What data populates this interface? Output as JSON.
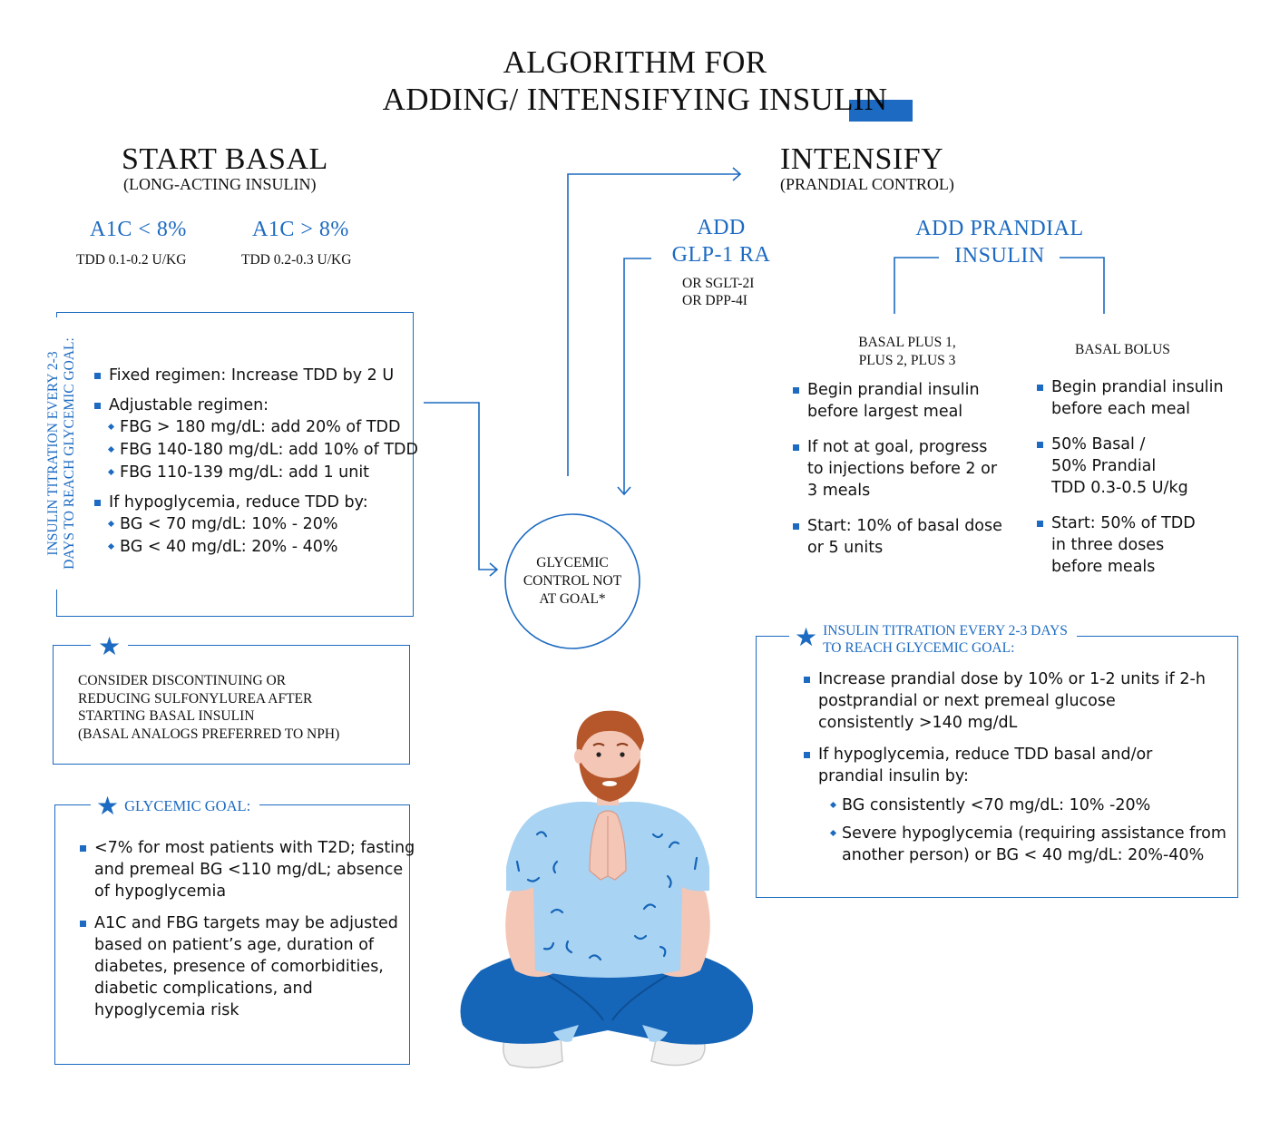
{
  "header": {
    "title_line1": "ALGORITHM FOR",
    "title_line2": "ADDING/ INTENSIFYING INSULIN"
  },
  "start_basal": {
    "title": "START BASAL",
    "subtitle": "(LONG-ACTING INSULIN)",
    "a1c_low": {
      "label": "A1C < 8%",
      "tdd": "TDD 0.1-0.2 U/KG"
    },
    "a1c_high": {
      "label": "A1C > 8%",
      "tdd": "TDD 0.2-0.3 U/KG"
    }
  },
  "titration_left": {
    "vertical_label_line1": "INSULIN TITRATION EVERY 2-3",
    "vertical_label_line2": "DAYS TO REACH GLYCEMIC GOAL:",
    "fixed": "Fixed regimen: Increase TDD by 2 U",
    "adjustable": "Adjustable regimen:",
    "adjustable_items": [
      "FBG > 180 mg/dL: add 20% of TDD",
      "FBG 140-180 mg/dL: add 10% of TDD",
      "FBG 110-139 mg/dL: add 1 unit"
    ],
    "hypo": "If hypoglycemia, reduce TDD by:",
    "hypo_items": [
      "BG < 70 mg/dL: 10% - 20%",
      "BG < 40 mg/dL: 20% - 40%"
    ]
  },
  "sulfonylurea_note": {
    "line1": "CONSIDER DISCONTINUING OR",
    "line2": "REDUCING SULFONYLUREA AFTER",
    "line3": "STARTING BASAL INSULIN",
    "line4": "(BASAL ANALOGS PREFERRED TO NPH)"
  },
  "glycemic_goal": {
    "title": "GLYCEMIC GOAL:",
    "item1": [
      "<7% for most patients with T2D; fasting",
      "and premeal BG <110 mg/dL; absence",
      "of hypoglycemia"
    ],
    "item2": [
      "A1C and FBG targets may be adjusted",
      "based on patient’s age, duration of",
      "diabetes, presence of comorbidities,",
      "diabetic complications, and",
      "hypoglycemia risk"
    ]
  },
  "center": {
    "line1": "GLYCEMIC",
    "line2": "CONTROL NOT",
    "line3": "AT GOAL*"
  },
  "intensify": {
    "title": "INTENSIFY",
    "subtitle": "(PRANDIAL CONTROL)",
    "glp1_line1": "ADD",
    "glp1_line2": "GLP-1 RA",
    "glp1_alt1": "OR SGLT-2I",
    "glp1_alt2": "OR DPP-4I",
    "prandial_line1": "ADD PRANDIAL",
    "prandial_line2": "INSULIN"
  },
  "basal_plus": {
    "heading_line1": "BASAL PLUS 1,",
    "heading_line2": "PLUS 2, PLUS 3",
    "item1": [
      "Begin prandial insulin",
      "before largest meal"
    ],
    "item2": [
      "If not at goal, progress",
      "to injections before 2 or",
      "3 meals"
    ],
    "item3": [
      "Start: 10% of basal dose",
      "or 5 units"
    ]
  },
  "basal_bolus": {
    "heading": "BASAL BOLUS",
    "item1": [
      "Begin prandial insulin",
      "before each meal"
    ],
    "item2": [
      "50% Basal /",
      "50% Prandial",
      "TDD 0.3-0.5 U/kg"
    ],
    "item3": [
      "Start: 50% of TDD",
      "in three doses",
      "before meals"
    ]
  },
  "titration_right": {
    "title_line1": "INSULIN TITRATION EVERY 2-3 DAYS",
    "title_line2": "TO REACH GLYCEMIC GOAL:",
    "item1": [
      "Increase prandial dose by 10% or 1-2 units if 2-h",
      "postprandial or next premeal glucose",
      "consistently >140 mg/dL"
    ],
    "item2": [
      "If hypoglycemia, reduce TDD basal and/or",
      "prandial insulin by:"
    ],
    "sub1": "BG consistently  <70 mg/dL: 10% -20%",
    "sub2": [
      "Severe hypoglycemia (requiring assistance from",
      "another person) or BG < 40 mg/dL: 20%-40%"
    ]
  },
  "colors": {
    "accent": "#1c6ac1",
    "shirt": "#a9d3f2",
    "pants": "#1565b8",
    "skin": "#f4c6b6",
    "beard": "#b5572b"
  },
  "icons": [
    "star-icon",
    "arrow-right-icon",
    "arrow-down-icon",
    "bullet-square-icon",
    "bullet-diamond-icon"
  ]
}
